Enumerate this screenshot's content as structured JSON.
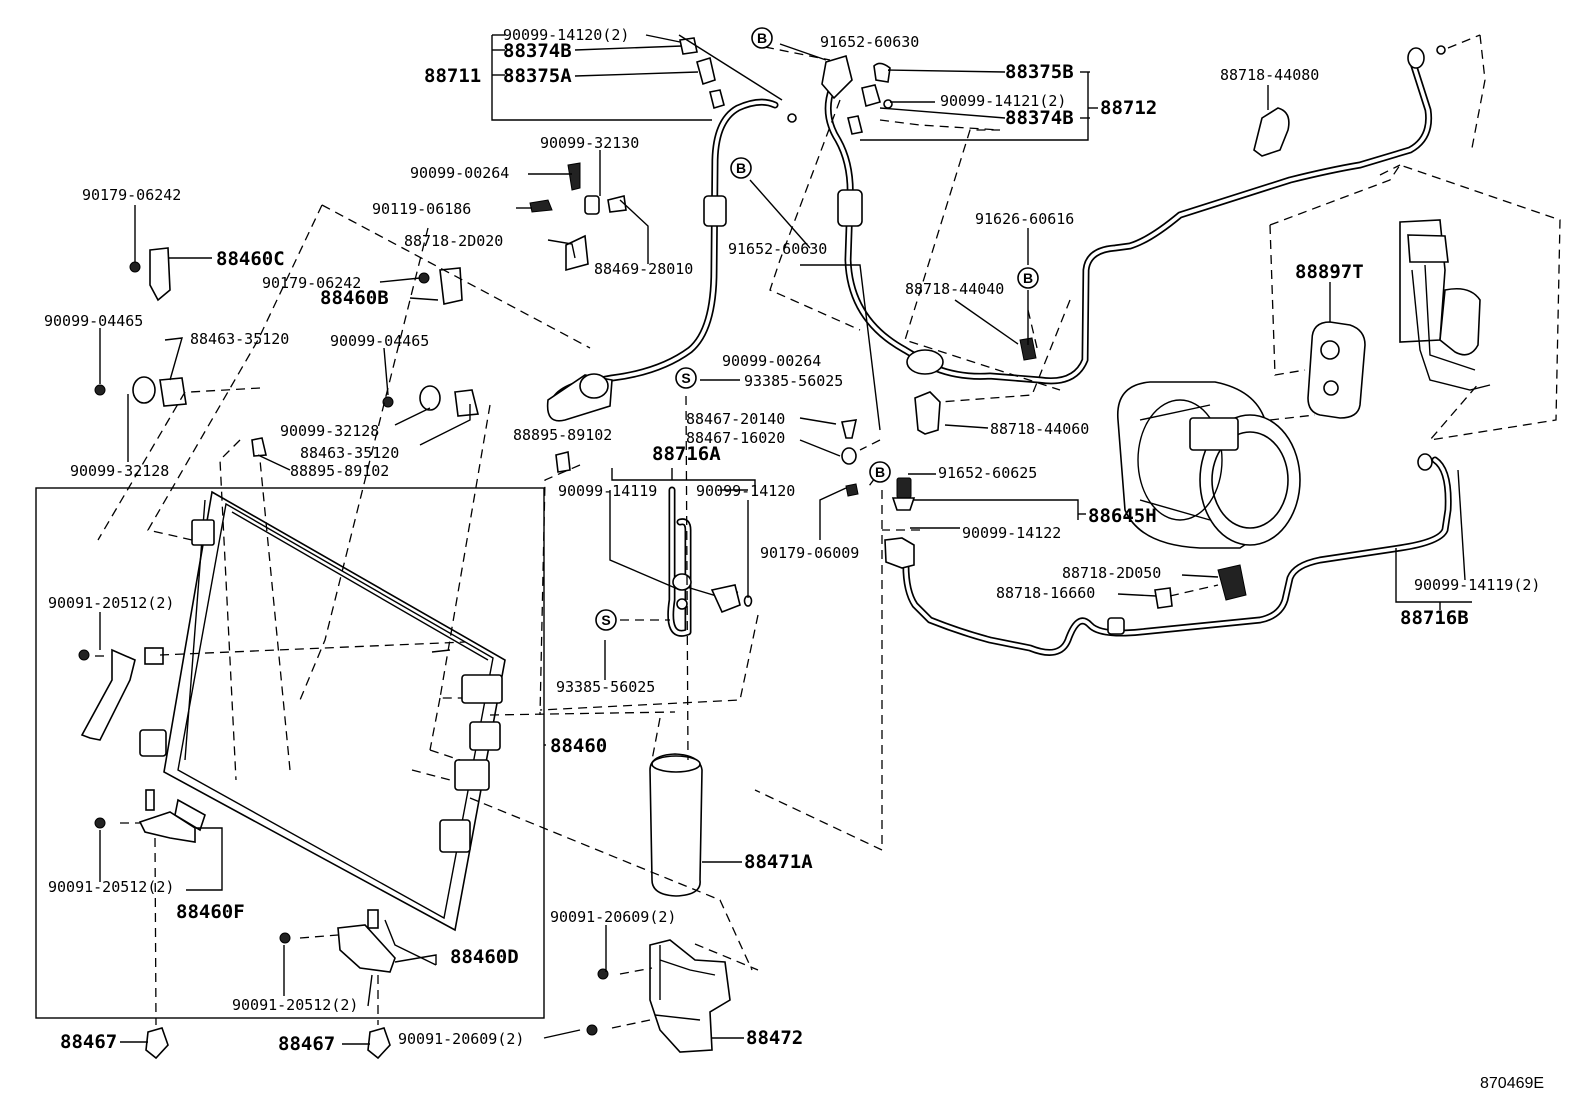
{
  "diagram_id": "870469E",
  "circle_markers": {
    "b": "B",
    "s": "S"
  },
  "labels": {
    "p90099_14120_2": "90099-14120(2)",
    "p88374B_a": "88374B",
    "p88711": "88711",
    "p88375A": "88375A",
    "p91652_60630_a": "91652-60630",
    "p88375B": "88375B",
    "p90099_14121_2": "90099-14121(2)",
    "p88712": "88712",
    "p88374B_b": "88374B",
    "p88718_44080": "88718-44080",
    "p90099_32130": "90099-32130",
    "p90099_00264_a": "90099-00264",
    "p90119_06186": "90119-06186",
    "p88718_2D020": "88718-2D020",
    "p88469_28010": "88469-28010",
    "p91652_60630_b": "91652-60630",
    "p91626_60616": "91626-60616",
    "p88718_44040": "88718-44040",
    "p88897T": "88897T",
    "p90179_06242_a": "90179-06242",
    "p88460C": "88460C",
    "p90179_06242_b": "90179-06242",
    "p88460B": "88460B",
    "p90099_04465_a": "90099-04465",
    "p88463_35120_a": "88463-35120",
    "p90099_04465_b": "90099-04465",
    "p90099_32128_a": "90099-32128",
    "p90099_32128_b": "90099-32128",
    "p88463_35120_b": "88463-35120",
    "p88895_89102_a": "88895-89102",
    "p88895_89102_b": "88895-89102",
    "p90099_00264_b": "90099-00264",
    "p93385_56025_a": "93385-56025",
    "p88467_20140": "88467-20140",
    "p88467_16020": "88467-16020",
    "p88718_44060": "88718-44060",
    "p88716A": "88716A",
    "p90099_14119": "90099-14119",
    "p90099_14120_b": "90099-14120",
    "p91652_60625": "91652-60625",
    "p88645H": "88645H",
    "p90099_14122": "90099-14122",
    "p90179_06009": "90179-06009",
    "p88718_2D050": "88718-2D050",
    "p88718_16660": "88718-16660",
    "p90099_14119_2": "90099-14119(2)",
    "p88716B": "88716B",
    "p90091_20512_2_a": "90091-20512(2)",
    "p93385_56025_b": "93385-56025",
    "p88460": "88460",
    "p88471A": "88471A",
    "p90091_20512_2_b": "90091-20512(2)",
    "p88460F": "88460F",
    "p90091_20609_2_a": "90091-20609(2)",
    "p88460D": "88460D",
    "p90091_20512_2_c": "90091-20512(2)",
    "p88467_a": "88467",
    "p88467_b": "88467",
    "p90091_20609_2_b": "90091-20609(2)",
    "p88472": "88472"
  }
}
